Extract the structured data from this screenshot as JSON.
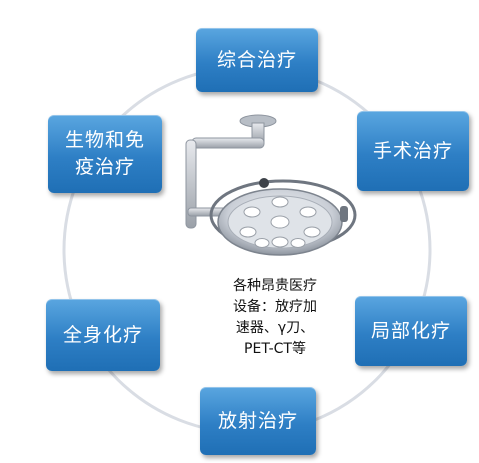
{
  "nodes": {
    "top": "综合治疗",
    "right_upper": "手术治疗",
    "right_lower": "局部化疗",
    "bottom": "放射治疗",
    "left_lower": "全身化疗",
    "left_upper": "生物和免\n疫治疗"
  },
  "center_caption": "各种昂贵医疗\n设备：放疗加\n速器、γ刀、\nPET-CT等",
  "colors": {
    "box_top": "#5aa6e0",
    "box_bottom": "#1f6fb5",
    "ring": "#d9dde4"
  }
}
